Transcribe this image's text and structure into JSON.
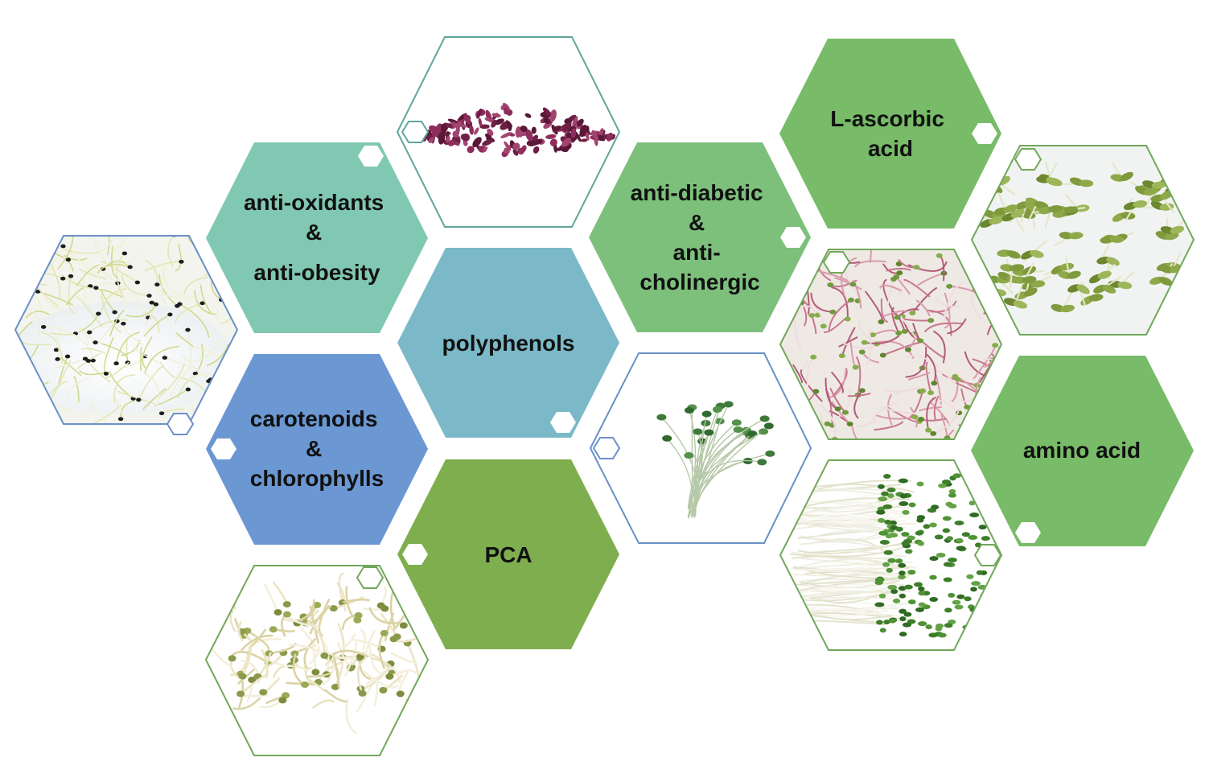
{
  "colors": {
    "teal": "#81c8b3",
    "cyan": "#7bb9c9",
    "blue": "#6b97d2",
    "green_light": "#7dc07c",
    "green_mid": "#78bb68",
    "green_dark": "#7fae4f",
    "image_outline_blue": "#6a90c8",
    "image_outline_teal": "#5fa69c",
    "image_outline_green": "#71a85a",
    "small_hex_fill": "#ffffff"
  },
  "hexagons": {
    "antioxidants": {
      "lines": [
        "anti-oxidants",
        "&",
        "anti-obesity"
      ],
      "fill": "#81c8b3"
    },
    "polyphenols": {
      "lines": [
        "polyphenols"
      ],
      "fill": "#7bb9c9"
    },
    "carotenoids": {
      "lines": [
        "carotenoids",
        "&",
        "chlorophylls"
      ],
      "fill": "#6b97d2"
    },
    "pca": {
      "lines": [
        "PCA"
      ],
      "fill": "#7fae4f"
    },
    "antidiabetic": {
      "lines": [
        "anti-diabetic",
        "&",
        "anti-",
        "cholinergic"
      ],
      "fill": "#7dc07c"
    },
    "ascorbic": {
      "lines": [
        "L-ascorbic",
        "acid"
      ],
      "fill": "#78bb68"
    },
    "amino": {
      "lines": [
        "amino acid"
      ],
      "fill": "#78bb68"
    }
  },
  "images": [
    {
      "icon": "alfalfa-seed-sprouts-picture",
      "variant": "alfalfa",
      "outline": "#6a90c8"
    },
    {
      "icon": "amaranth-microgreens-picture",
      "variant": "amaranth",
      "outline": "#5fa69c"
    },
    {
      "icon": "pea-shoots-picture",
      "variant": "peashoot",
      "outline": "#6a90c8"
    },
    {
      "icon": "mung-bean-sprouts-picture",
      "variant": "mungbean",
      "outline": "#71a85a"
    },
    {
      "icon": "radish-sprouts-picture",
      "variant": "radish",
      "outline": "#71a85a"
    },
    {
      "icon": "broccoli-sprouts-picture",
      "variant": "broccoli",
      "outline": "#71a85a"
    },
    {
      "icon": "sunflower-microgreens-picture",
      "variant": "sunflower",
      "outline": "#71a85a"
    }
  ]
}
